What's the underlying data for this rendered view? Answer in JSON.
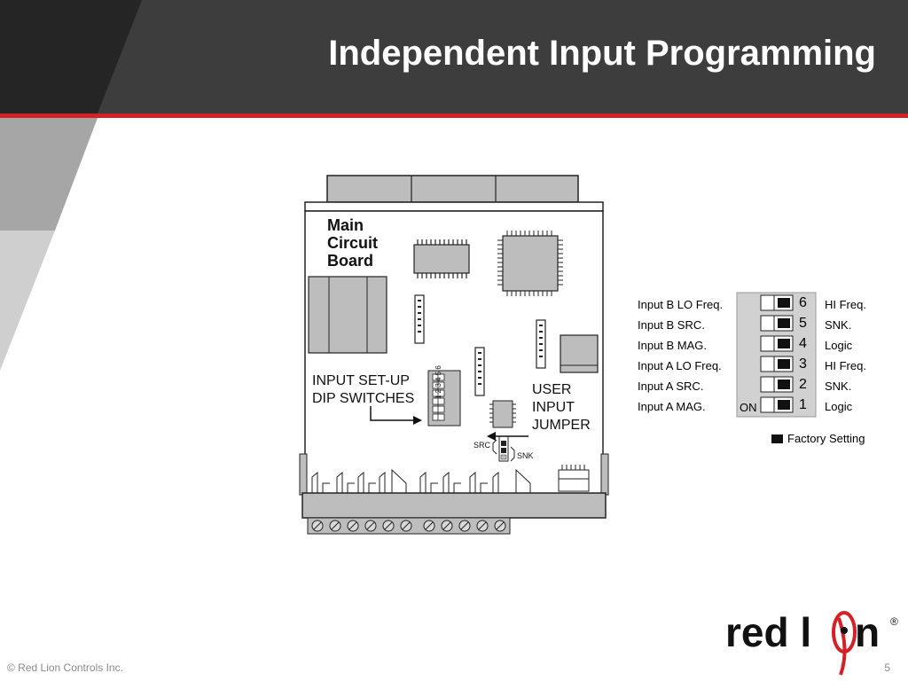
{
  "title": "Independent Input Programming",
  "footer": "© Red Lion Controls Inc.",
  "page_number": "5",
  "logo": {
    "text": "red lion",
    "registered": "®",
    "accent_color": "#d42027"
  },
  "diagram": {
    "board_label": [
      "Main",
      "Circuit",
      "Board"
    ],
    "dip_label": [
      "INPUT SET-UP",
      "DIP SWITCHES"
    ],
    "jumper_label": [
      "USER",
      "INPUT",
      "JUMPER"
    ],
    "jumper_src": "SRC",
    "jumper_snk": "SNK",
    "dip_numbers": "1 2 3 4 5 6"
  },
  "dip_table": {
    "rows": [
      {
        "num": "6",
        "off_label": "Input B  LO Freq.",
        "on_label": "HI Freq."
      },
      {
        "num": "5",
        "off_label": "Input B  SRC.",
        "on_label": "SNK."
      },
      {
        "num": "4",
        "off_label": "Input B  MAG.",
        "on_label": "Logic"
      },
      {
        "num": "3",
        "off_label": "Input A  LO Freq.",
        "on_label": "HI Freq."
      },
      {
        "num": "2",
        "off_label": "Input A  SRC.",
        "on_label": "SNK."
      },
      {
        "num": "1",
        "off_label": "Input A  MAG.",
        "on_label": "Logic"
      }
    ],
    "on_text": "ON",
    "legend": "Factory Setting"
  }
}
